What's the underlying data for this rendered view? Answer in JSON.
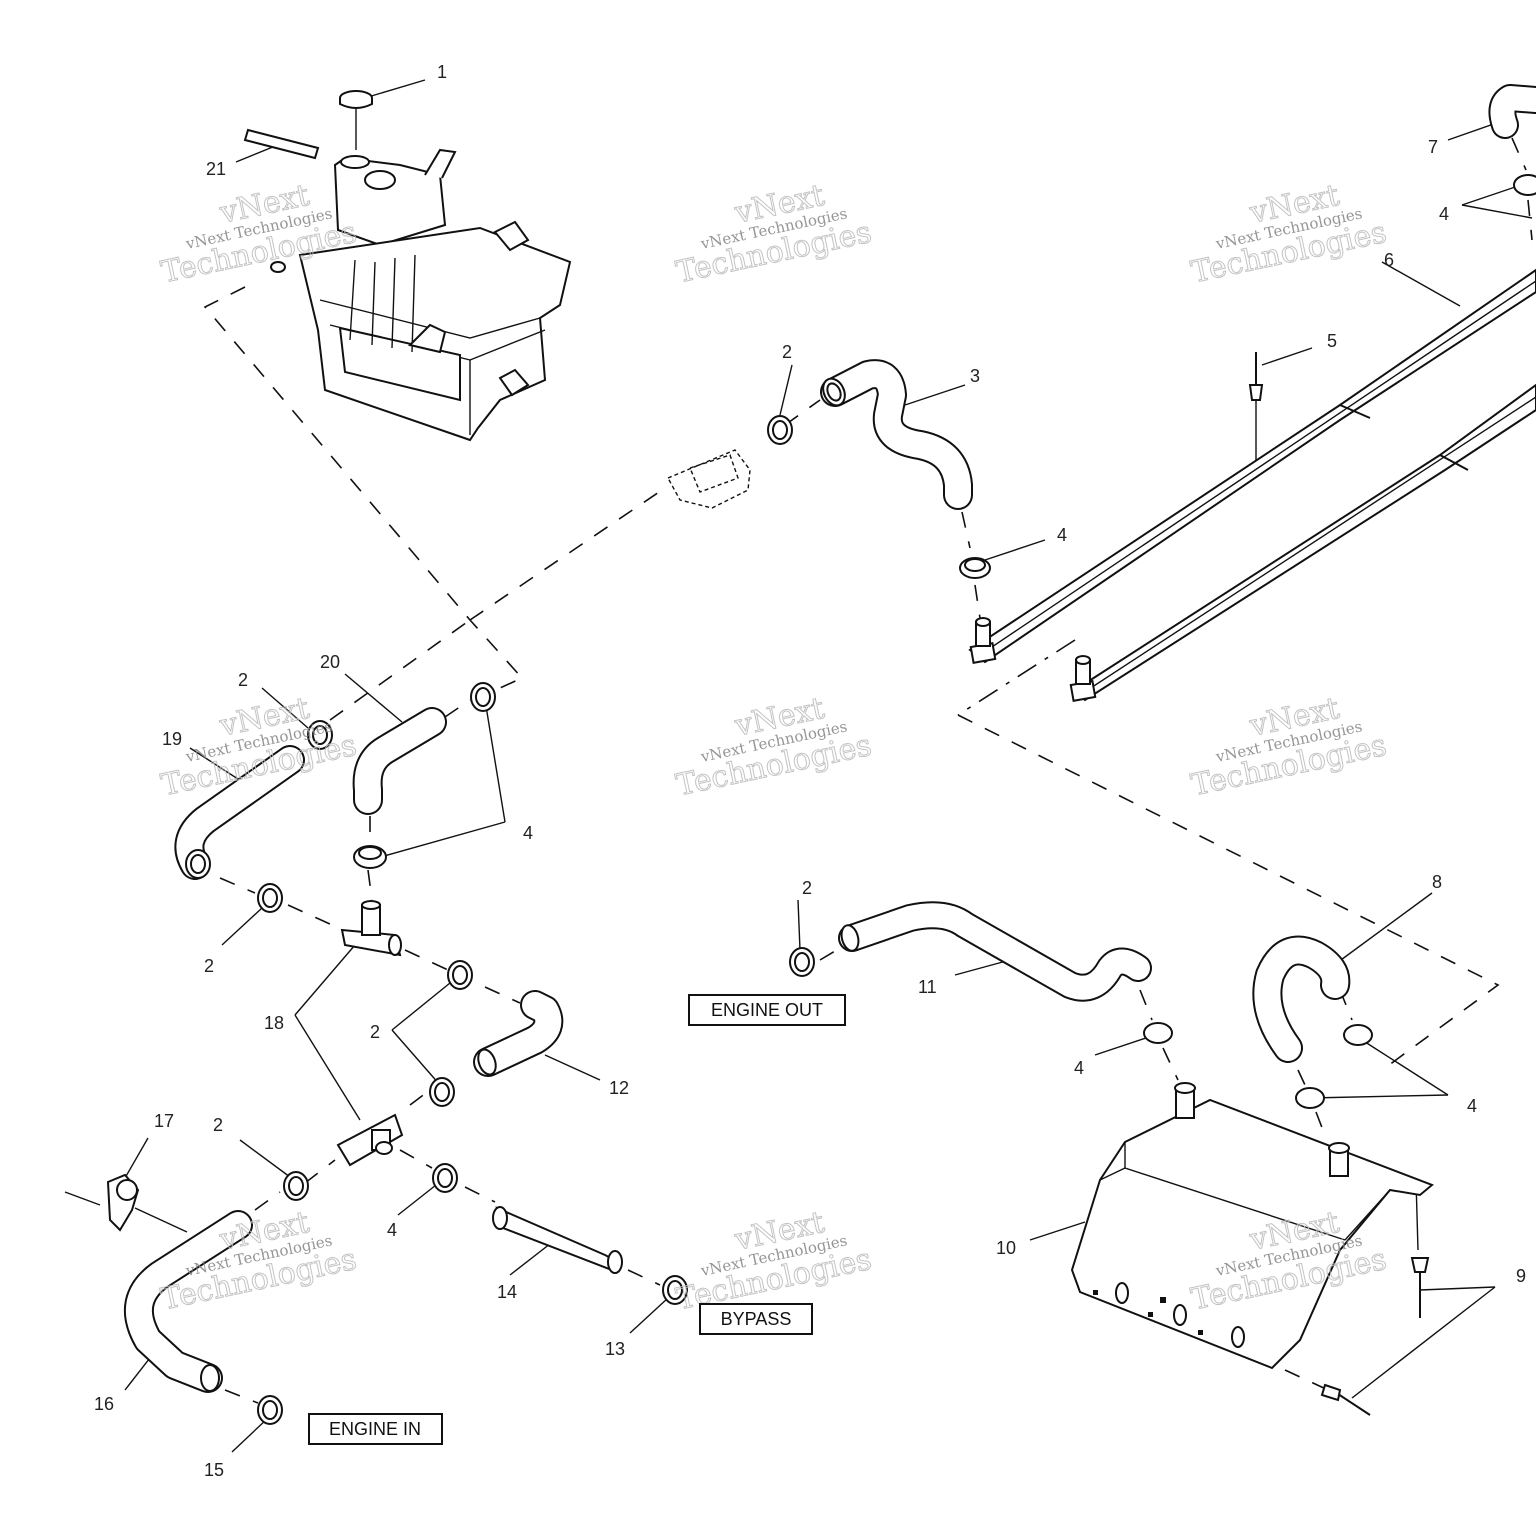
{
  "callouts": [
    {
      "id": "c1",
      "text": "1"
    },
    {
      "id": "c2a",
      "text": "2"
    },
    {
      "id": "c2b",
      "text": "2"
    },
    {
      "id": "c2c",
      "text": "2"
    },
    {
      "id": "c2d",
      "text": "2"
    },
    {
      "id": "c2e",
      "text": "2"
    },
    {
      "id": "c2f",
      "text": "2"
    },
    {
      "id": "c3",
      "text": "3"
    },
    {
      "id": "c4a",
      "text": "4"
    },
    {
      "id": "c4b",
      "text": "4"
    },
    {
      "id": "c4c",
      "text": "4"
    },
    {
      "id": "c4d",
      "text": "4"
    },
    {
      "id": "c4e",
      "text": "4"
    },
    {
      "id": "c4f",
      "text": "4"
    },
    {
      "id": "c5",
      "text": "5"
    },
    {
      "id": "c6",
      "text": "6"
    },
    {
      "id": "c7",
      "text": "7"
    },
    {
      "id": "c8",
      "text": "8"
    },
    {
      "id": "c9",
      "text": "9"
    },
    {
      "id": "c10",
      "text": "10"
    },
    {
      "id": "c11",
      "text": "11"
    },
    {
      "id": "c12",
      "text": "12"
    },
    {
      "id": "c13",
      "text": "13"
    },
    {
      "id": "c14",
      "text": "14"
    },
    {
      "id": "c15",
      "text": "15"
    },
    {
      "id": "c16",
      "text": "16"
    },
    {
      "id": "c17",
      "text": "17"
    },
    {
      "id": "c18",
      "text": "18"
    },
    {
      "id": "c19",
      "text": "19"
    },
    {
      "id": "c20",
      "text": "20"
    },
    {
      "id": "c21",
      "text": "21"
    }
  ],
  "labels": {
    "engine_out": "ENGINE OUT",
    "bypass": "BYPASS",
    "engine_in": "ENGINE IN"
  },
  "watermark": {
    "line1": "vNext Technologies",
    "line2": "vNext",
    "line3": "Technologies"
  }
}
